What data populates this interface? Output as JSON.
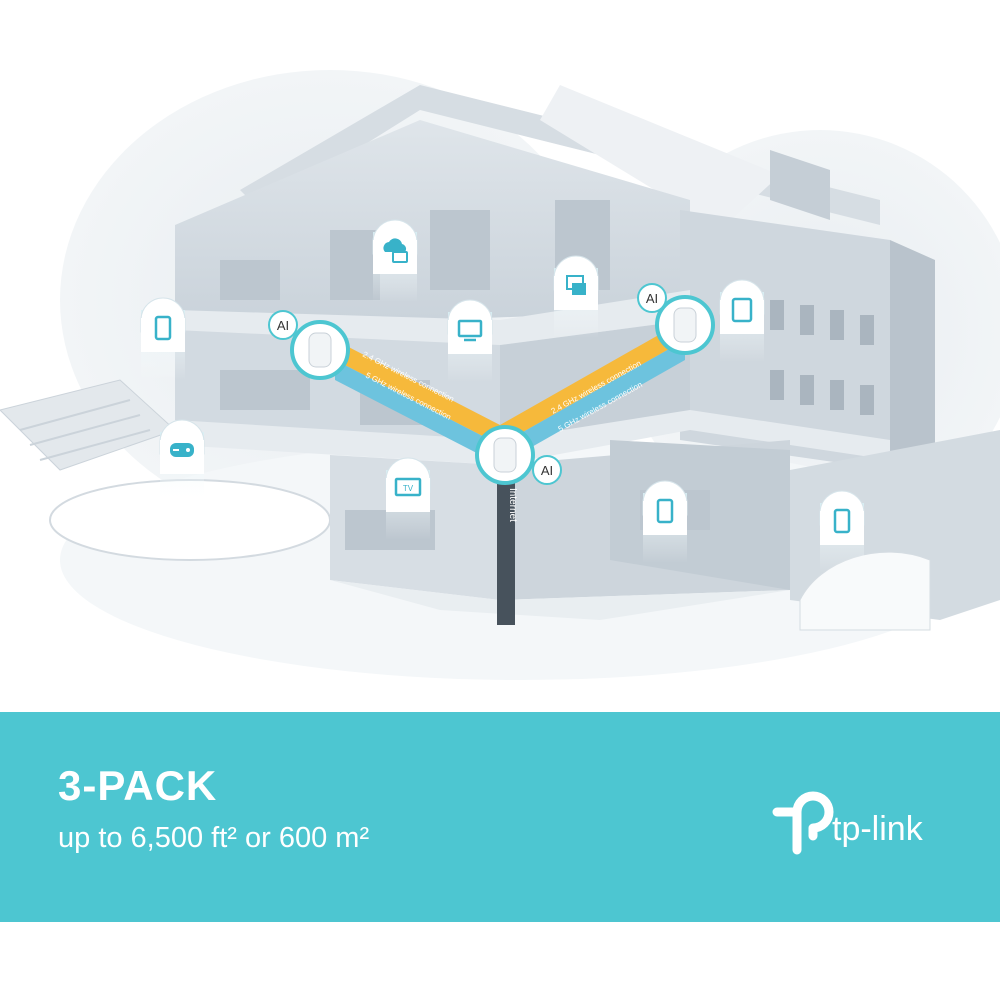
{
  "scene": {
    "nodes": [
      {
        "badge": "AI"
      },
      {
        "badge": "AI"
      },
      {
        "badge": "AI"
      }
    ],
    "links": {
      "band_24": "2.4 GHz wireless connection",
      "band_5": "5 GHz wireless connection"
    },
    "wired_label": "Internet",
    "device_icons": [
      "phone-icon",
      "cloud-folder-icon",
      "computer-icon",
      "gamepad-icon",
      "tv-icon",
      "photos-icon",
      "tablet-icon",
      "phone-icon",
      "phone-icon"
    ],
    "tv_text": "TV"
  },
  "banner": {
    "title": "3-PACK",
    "subtitle": "up to 6,500 ft² or 600 m²",
    "brand": "tp-link"
  },
  "colors": {
    "banner": "#4dc6d1",
    "link_24": "#f6b93b",
    "link_5": "#6dc3de",
    "accent": "#38b2c9"
  }
}
